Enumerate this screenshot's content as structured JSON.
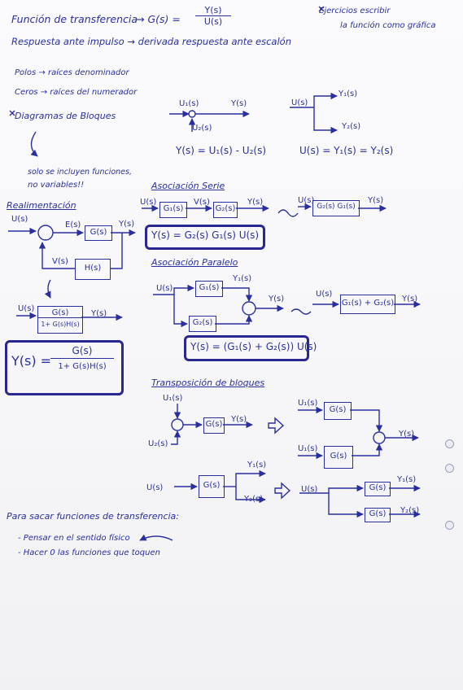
{
  "header": {
    "title": "Función de transferencia",
    "g_label": "→ G(s) =",
    "g_num": "Y(s)",
    "g_den": "U(s)",
    "impulse": "Respuesta ante impulso → derivada respuesta ante escalón",
    "exercises_line1": "Ejercicios escribir",
    "exercises_line2": "la función como gráfica"
  },
  "notes": {
    "poles": "Polos → raíces denominador",
    "zeros": "Ceros → raíces del numerador",
    "block_diagrams": "Diagramas de Bloques",
    "only_functions_1": "solo se incluyen funciones,",
    "only_functions_2": "no variables!!"
  },
  "sumpoint": {
    "u1": "U₁(s)",
    "u2": "U₂(s)",
    "y": "Y(s)",
    "eq": "Y(s) = U₁(s) - U₂(s)"
  },
  "branch": {
    "u": "U(s)",
    "y1": "Y₁(s)",
    "y2": "Y₂(s)",
    "eq": "U(s) = Y₁(s) = Y₂(s)"
  },
  "feedback": {
    "title": "Realimentación",
    "u": "U(s)",
    "e": "E(s)",
    "g": "G(s)",
    "y": "Y(s)",
    "v": "V(s)",
    "h": "H(s)",
    "u2": "U(s)",
    "frac_num": "G(s)",
    "frac_den": "1+ G(s)H(s)",
    "y2": "Y(s)",
    "result_lhs": "Y(s) =",
    "result_num": "G(s)",
    "result_den": "1+ G(s)H(s)"
  },
  "series": {
    "title": "Asociación Serie",
    "u": "U(s)",
    "g1": "G₁(s)",
    "v": "V(s)",
    "g2": "G₂(s)",
    "y": "Y(s)",
    "u2": "U(s)",
    "g_combined": "G₂(s) G₁(s)",
    "y2": "Y(s)",
    "result": "Y(s) = G₂(s) G₁(s) U(s)"
  },
  "parallel": {
    "title": "Asociación Paralelo",
    "u": "U(s)",
    "g1": "G₁(s)",
    "y1": "Y₁(s)",
    "g2": "G₂(s)",
    "y": "Y(s)",
    "u2": "U(s)",
    "g_combined": "G₁(s) + G₂(s)",
    "y2": "Y(s)",
    "result": "Y(s) = (G₁(s) + G₂(s)) U(s)"
  },
  "transposition": {
    "title": "Transposición de bloques",
    "u1": "U₁(s)",
    "u2": "U₂(s)",
    "g": "G(s)",
    "y": "Y(s)",
    "r_u1": "U₁(s)",
    "r_g1": "G(s)",
    "r_u2": "U₁(s)",
    "r_g2": "G(s)",
    "r_y": "Y(s)",
    "b_u": "U(s)",
    "b_g": "G(s)",
    "b_y1": "Y₁(s)",
    "b_y2": "Y₂(s)",
    "b2_u": "U(s)",
    "b2_g1": "G(s)",
    "b2_y1": "Y₁(s)",
    "b2_g2": "G(s)",
    "b2_y2": "Y₂(s)"
  },
  "footer": {
    "line1": "Para sacar funciones de transferencia:",
    "line2": "- Pensar en el sentido físico",
    "line3": "- Hacer 0 las funciones que toquen"
  },
  "colors": {
    "ink": "#2a2f9e",
    "paper": "#f7f7f9"
  }
}
